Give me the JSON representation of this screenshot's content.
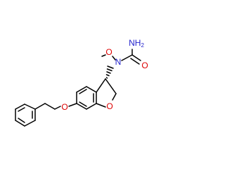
{
  "molecule": {
    "atoms": {
      "nh2": {
        "element": "N",
        "label": "NH",
        "subscript": "2",
        "color": "#2222cc"
      },
      "carbonyl_o": {
        "element": "O",
        "label": "O",
        "color": "#dd0000"
      },
      "urea_n": {
        "element": "N",
        "label": "N",
        "color": "#2222cc"
      },
      "hydroxyl_o": {
        "element": "O",
        "label": "O",
        "color": "#dd0000"
      },
      "ring_o": {
        "element": "O",
        "label": "O",
        "color": "#dd0000"
      },
      "ether_o": {
        "element": "O",
        "label": "O",
        "color": "#dd0000"
      }
    },
    "stereo_bond": "hashed-wedge",
    "bond_color": "#000000"
  }
}
